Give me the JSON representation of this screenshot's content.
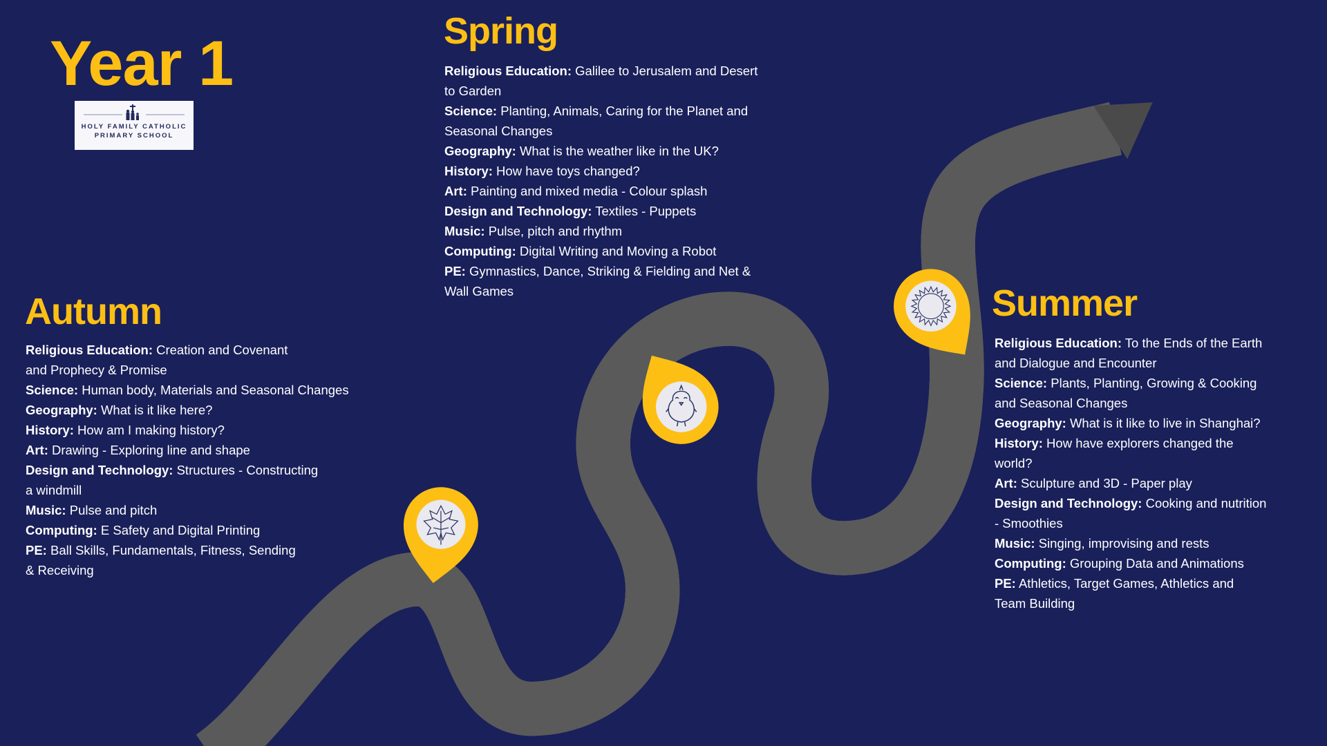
{
  "title": "Year 1",
  "logo": {
    "line1": "HOLY FAMILY CATHOLIC",
    "line2": "PRIMARY SCHOOL"
  },
  "colors": {
    "background": "#19205a",
    "accent": "#fdbf14",
    "road": "#4a4a4a",
    "pin_inner": "#e9e9ef"
  },
  "terms": {
    "spring": {
      "heading": "Spring",
      "icon": "chick-icon",
      "items": [
        {
          "label": "Religious Education:",
          "text": " Galilee to Jerusalem and Desert\nto Garden"
        },
        {
          "label": "Science:",
          "text": " Planting, Animals, Caring for the Planet and\nSeasonal Changes"
        },
        {
          "label": "Geography:",
          "text": " What is the weather like in the UK?"
        },
        {
          "label": "History:",
          "text": " How have toys changed?"
        },
        {
          "label": "Art:",
          "text": " Painting and mixed media - Colour splash"
        },
        {
          "label": "Design and Technology:",
          "text": " Textiles - Puppets"
        },
        {
          "label": "Music:",
          "text": " Pulse, pitch and rhythm"
        },
        {
          "label": "Computing:",
          "text": " Digital Writing and Moving a Robot"
        },
        {
          "label": "PE:",
          "text": " Gymnastics, Dance, Striking & Fielding and Net &\nWall Games"
        }
      ]
    },
    "autumn": {
      "heading": "Autumn",
      "icon": "leaf-icon",
      "items": [
        {
          "label": "Religious Education:",
          "text": " Creation and Covenant\nand Prophecy & Promise"
        },
        {
          "label": "Science:",
          "text": " Human body, Materials and Seasonal Changes"
        },
        {
          "label": "Geography:",
          "text": " What is it like here?"
        },
        {
          "label": "History:",
          "text": " How am I making history?"
        },
        {
          "label": "Art:",
          "text": " Drawing - Exploring line and shape"
        },
        {
          "label": "Design and Technology:",
          "text": " Structures - Constructing\na windmill"
        },
        {
          "label": "Music:",
          "text": " Pulse and pitch"
        },
        {
          "label": "Computing:",
          "text": " E Safety and Digital Printing"
        },
        {
          "label": "PE:",
          "text": " Ball Skills, Fundamentals, Fitness, Sending\n& Receiving"
        }
      ]
    },
    "summer": {
      "heading": "Summer",
      "icon": "sun-icon",
      "items": [
        {
          "label": "Religious Education:",
          "text": " To the Ends of the Earth\nand Dialogue and Encounter"
        },
        {
          "label": "Science:",
          "text": " Plants, Planting, Growing & Cooking\nand Seasonal Changes"
        },
        {
          "label": "Geography:",
          "text": " What is it like to live in Shanghai?"
        },
        {
          "label": "History:",
          "text": " How have explorers changed the\nworld?"
        },
        {
          "label": "Art:",
          "text": " Sculpture and 3D - Paper play"
        },
        {
          "label": "Design and Technology:",
          "text": " Cooking and nutrition\n- Smoothies"
        },
        {
          "label": "Music:",
          "text": " Singing, improvising and rests"
        },
        {
          "label": "Computing:",
          "text": " Grouping Data and Animations"
        },
        {
          "label": "PE:",
          "text": " Athletics, Target Games, Athletics and\nTeam Building"
        }
      ]
    }
  }
}
